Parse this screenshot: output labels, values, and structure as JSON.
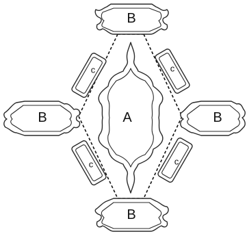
{
  "labels": {
    "center": "A",
    "top": "B",
    "bottom": "B",
    "left": "B",
    "right": "B",
    "c_top_left": "c",
    "c_top_right": "c",
    "c_bottom_left": "c",
    "c_bottom_right": "c"
  }
}
